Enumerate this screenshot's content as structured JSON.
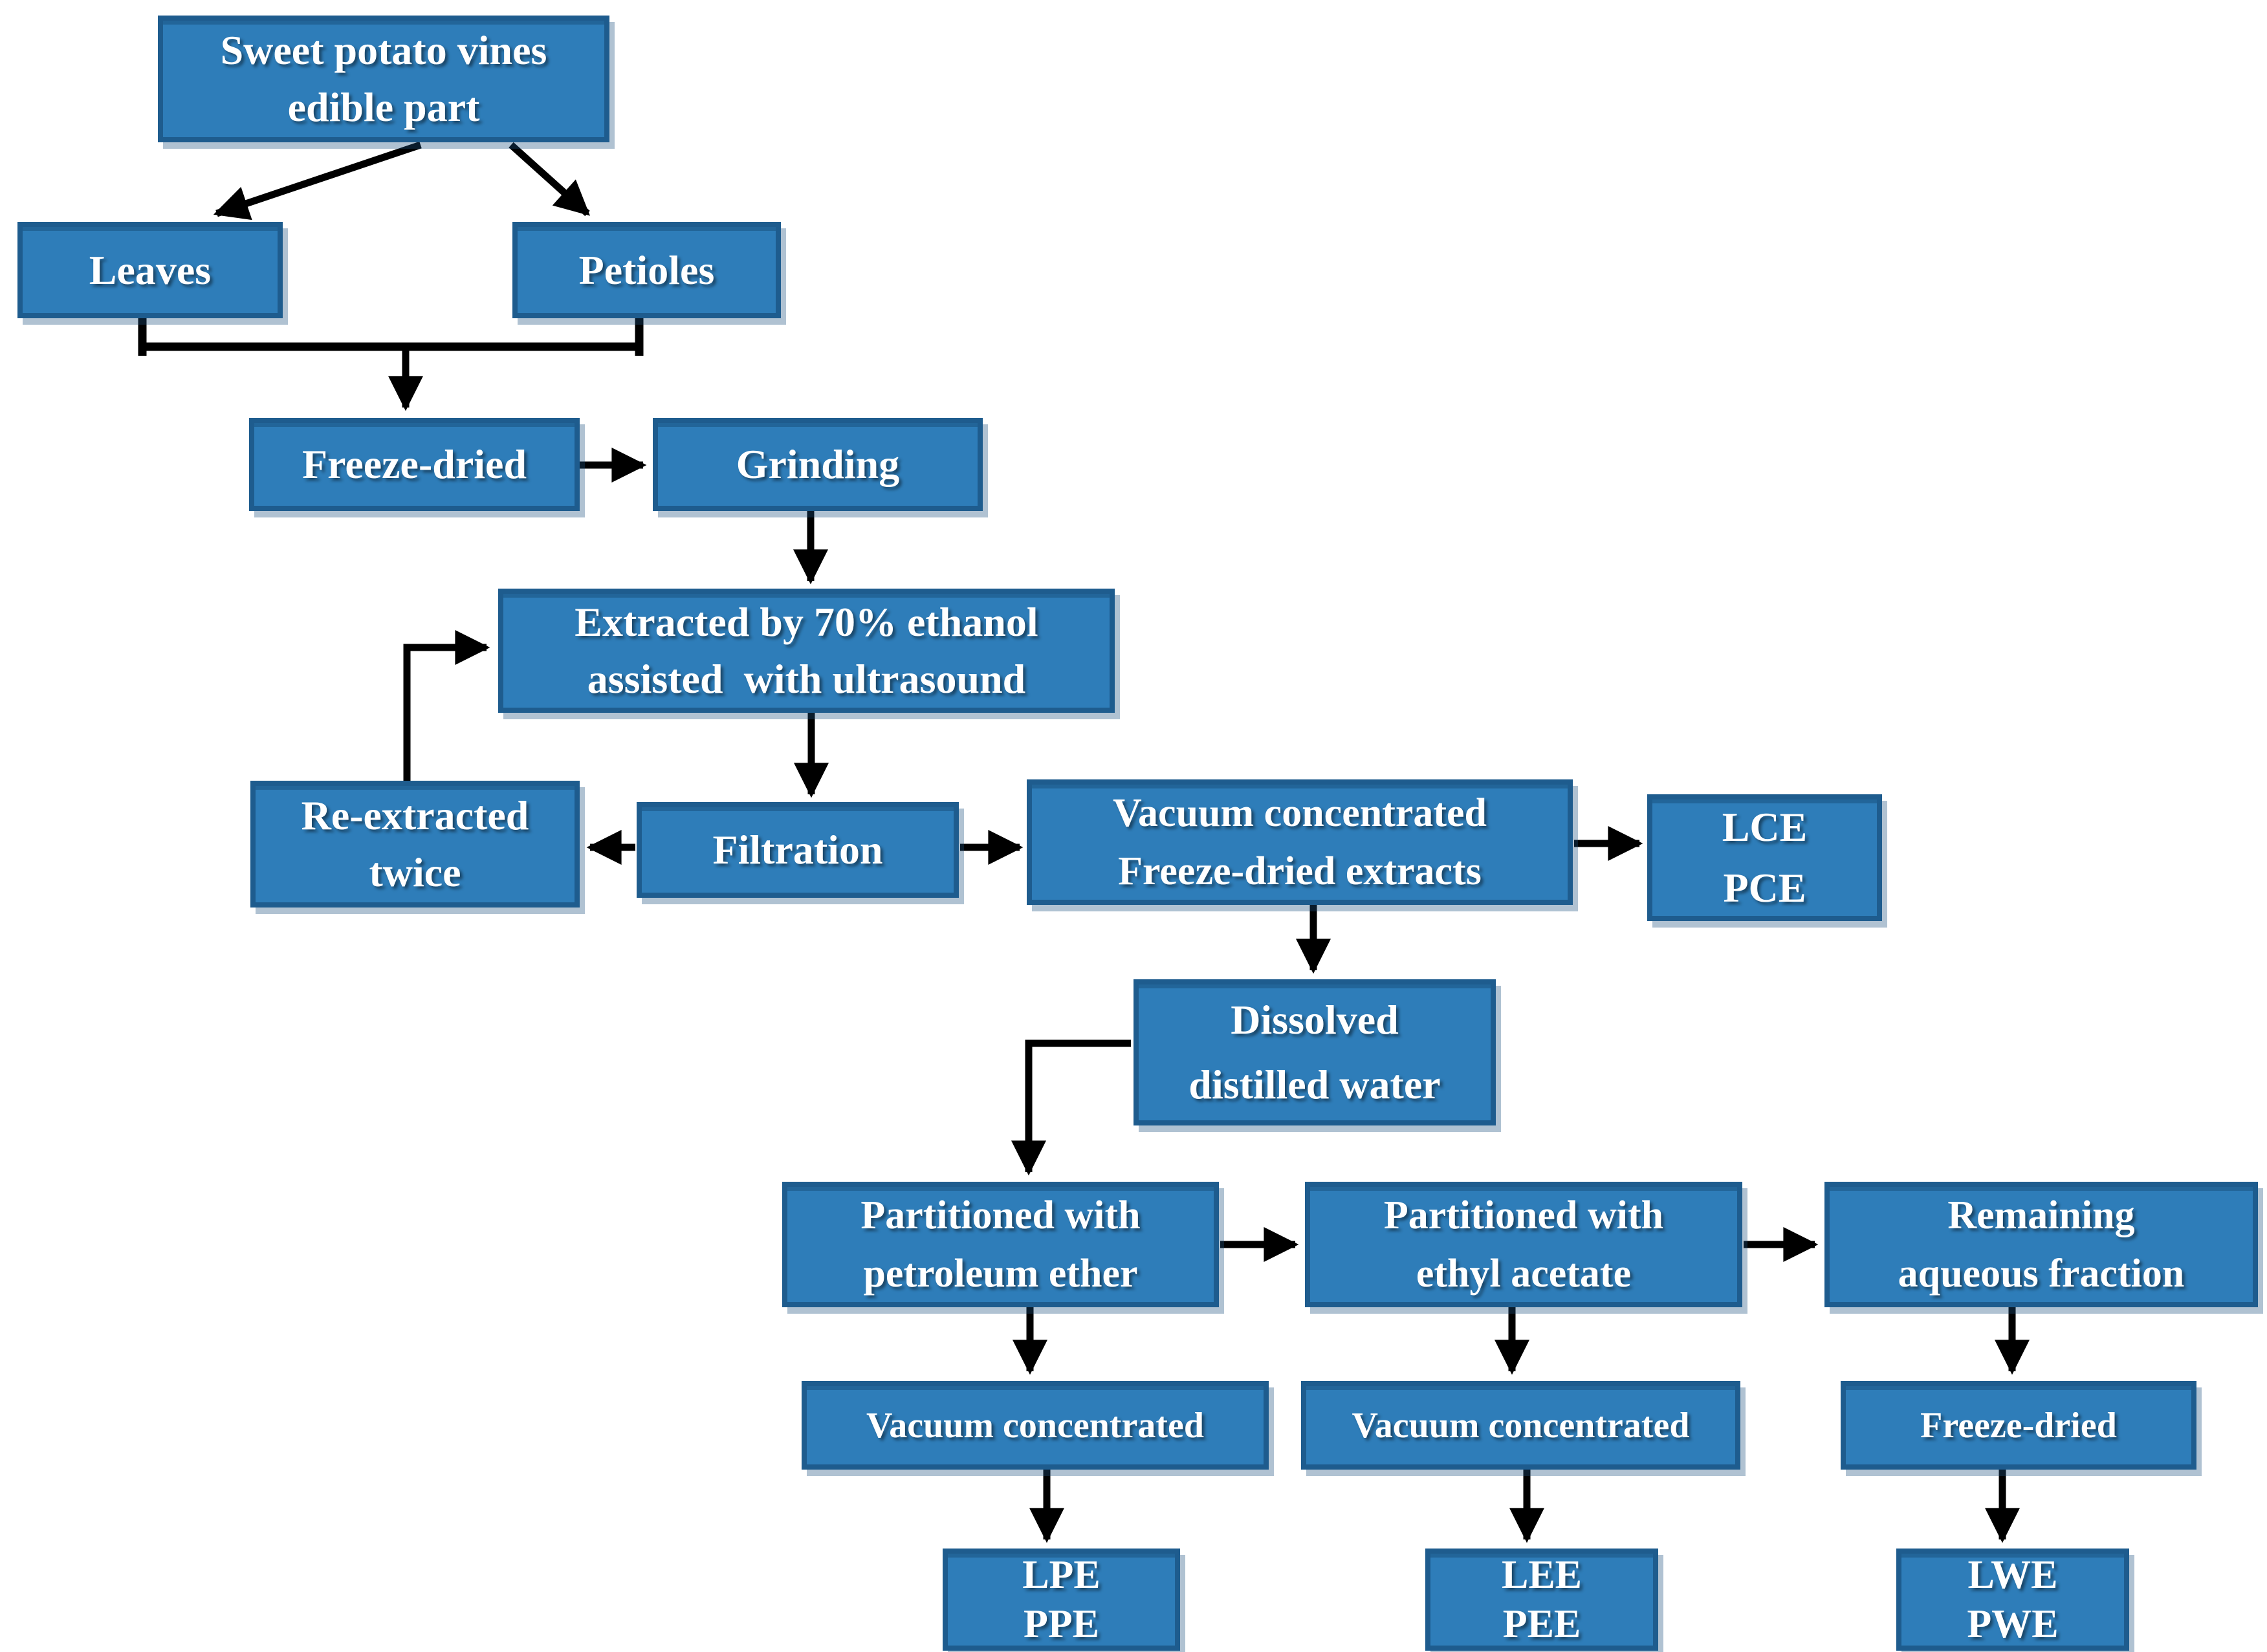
{
  "colors": {
    "box_fill": "#2e7db9",
    "box_border": "#1e5c8e",
    "arrow_line": "#000000",
    "label_text": "#ffffff"
  },
  "diagram": {
    "nodes": {
      "source": {
        "label": "Sweet potato vines\nedible part"
      },
      "leaves": {
        "label": "Leaves"
      },
      "petioles": {
        "label": "Petioles"
      },
      "freeze_dried": {
        "label": "Freeze-dried"
      },
      "grinding": {
        "label": "Grinding"
      },
      "extracted": {
        "label": "Extracted by 70% ethanol\nassisted  with ultrasound"
      },
      "re_extracted": {
        "label": "Re-extracted\ntwice"
      },
      "filtration": {
        "label": "Filtration"
      },
      "vacuum_freeze": {
        "label": "Vacuum concentrated\nFreeze-dried extracts"
      },
      "lce_pce": {
        "label": "LCE\nPCE"
      },
      "dissolved": {
        "label": "Dissolved\ndistilled water"
      },
      "part_pe": {
        "label": "Partitioned with\npetroleum ether"
      },
      "part_ea": {
        "label": "Partitioned with\nethyl acetate"
      },
      "remaining": {
        "label": "Remaining\naqueous fraction"
      },
      "vac_con_1": {
        "label": "Vacuum concentrated"
      },
      "vac_con_2": {
        "label": "Vacuum concentrated"
      },
      "freeze_dried_2": {
        "label": "Freeze-dried"
      },
      "lpe_ppe": {
        "label": "LPE\nPPE"
      },
      "lee_pee": {
        "label": "LEE\nPEE"
      },
      "lwe_pwe": {
        "label": "LWE\nPWE"
      }
    }
  }
}
